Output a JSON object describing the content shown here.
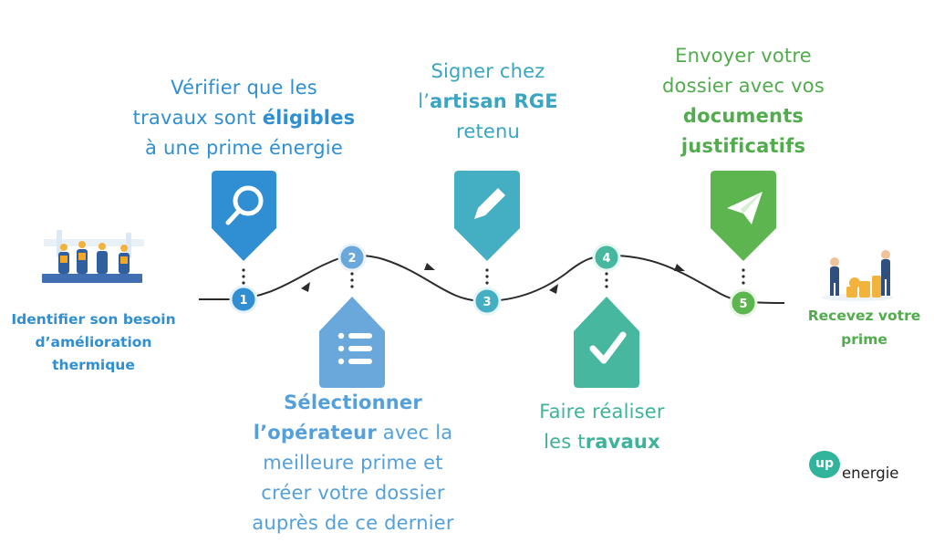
{
  "steps": [
    {
      "num": "1",
      "pre": "Vérifier que les travaux sont ",
      "bold": "éligibles",
      "post": " à une prime énergie",
      "icon": "search-icon"
    },
    {
      "num": "2",
      "pre": "",
      "bold": "Sélectionner l’opérateur",
      "post": " avec la meilleure prime et créer votre dossier auprès de ce dernier",
      "icon": "checklist-icon"
    },
    {
      "num": "3",
      "pre": "Signer chez l’",
      "bold": "artisan RGE",
      "post": " retenu",
      "icon": "pencil-icon"
    },
    {
      "num": "4",
      "pre": "Faire réaliser les t",
      "bold": "ravaux",
      "post": "",
      "icon": "checkmark-icon"
    },
    {
      "num": "5",
      "pre": "Envoyer votre dossier avec vos ",
      "bold": "documents justificatifs",
      "post": "",
      "icon": "paper-plane-icon"
    }
  ],
  "start": {
    "label": "Identifier son besoin d’amélioration thermique"
  },
  "end": {
    "label": "Recevez votre prime"
  },
  "logo": {
    "up": "up",
    "energie": "energie"
  },
  "colors": {
    "step1": "#2f8fd2",
    "step2": "#6aa7da",
    "step3": "#44aec3",
    "step4": "#47b89f",
    "step5": "#5cb54e"
  }
}
